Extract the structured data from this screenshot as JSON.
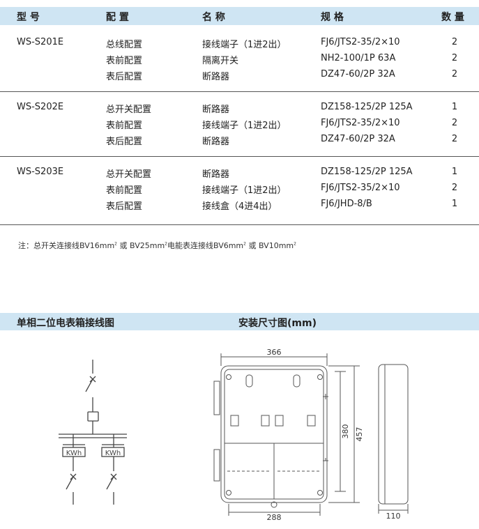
{
  "table": {
    "headers": [
      "型 号",
      "配 置",
      "名 称",
      "规 格",
      "数 量"
    ],
    "groups": [
      {
        "model": "WS-S201E",
        "rows": [
          {
            "config": "总线配置",
            "name": "接线端子（1进2出）",
            "spec": "FJ6/JTS2-35/2×10",
            "qty": "2"
          },
          {
            "config": "表前配置",
            "name": "隔离开关",
            "spec": "NH2-100/1P 63A",
            "qty": "2"
          },
          {
            "config": "表后配置",
            "name": "断路器",
            "spec": "DZ47-60/2P 32A",
            "qty": "2"
          }
        ]
      },
      {
        "model": "WS-S202E",
        "rows": [
          {
            "config": "总开关配置",
            "name": "断路器",
            "spec": "DZ158-125/2P 125A",
            "qty": "1"
          },
          {
            "config": "表前配置",
            "name": "接线端子（1进2出）",
            "spec": "FJ6/JTS2-35/2×10",
            "qty": "2"
          },
          {
            "config": "表后配置",
            "name": "断路器",
            "spec": "DZ47-60/2P 32A",
            "qty": "2"
          }
        ]
      },
      {
        "model": "WS-S203E",
        "rows": [
          {
            "config": "总开关配置",
            "name": "断路器",
            "spec": "DZ158-125/2P 125A",
            "qty": "1"
          },
          {
            "config": "表前配置",
            "name": "接线端子（1进2出）",
            "spec": "FJ6/JTS2-35/2×10",
            "qty": "2"
          },
          {
            "config": "表后配置",
            "name": "接线盒（4进4出）",
            "spec": "FJ6/JHD-8/B",
            "qty": "1"
          }
        ]
      }
    ]
  },
  "note": {
    "prefix": "注：总开关连接线BV16mm",
    "p2": " 或 BV25mm",
    "p3": "电能表连接线BV6mm",
    "p4": " 或 BV10mm",
    "sup": "2"
  },
  "section": {
    "wiring_title": "单相二位电表箱接线图",
    "install_title": "安装尺寸图(mm)"
  },
  "wiring": {
    "meter_label": "KWh"
  },
  "dimensions": {
    "width_top": "366",
    "width_bottom": "288",
    "height_inner": "380",
    "height_outer": "457",
    "depth": "110"
  }
}
